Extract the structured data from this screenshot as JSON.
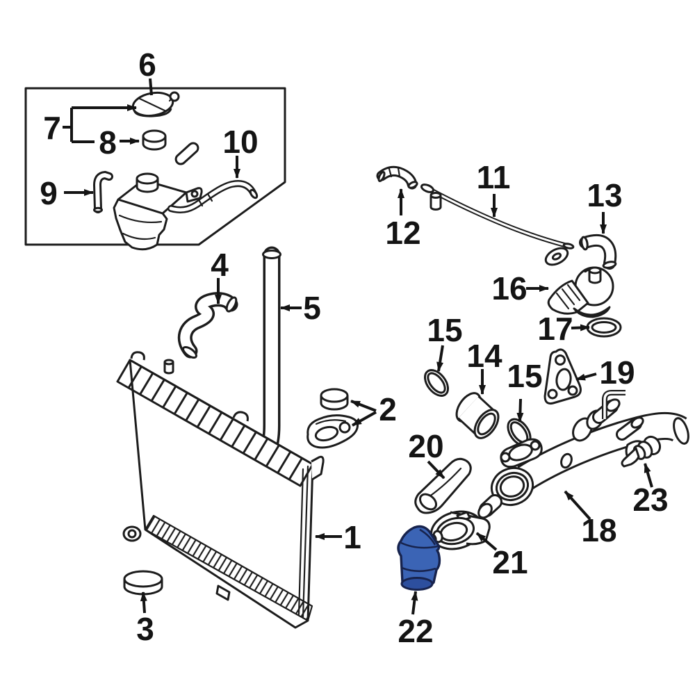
{
  "labels": {
    "p1": "1",
    "p2": "2",
    "p3": "3",
    "p4": "4",
    "p5": "5",
    "p6": "6",
    "p7": "7",
    "p8": "8",
    "p9": "9",
    "p10": "10",
    "p11": "11",
    "p12": "12",
    "p13": "13",
    "p14": "14",
    "p15a": "15",
    "p15b": "15",
    "p16": "16",
    "p17": "17",
    "p18": "18",
    "p19": "19",
    "p20": "20",
    "p21": "21",
    "p22": "22",
    "p23": "23"
  },
  "highlight": {
    "part_number": "22",
    "fill": "#3b64b5",
    "fill_dark": "#2d4f9e",
    "stroke": "#17234d"
  },
  "colors": {
    "background": "#ffffff",
    "line": "#1c1c1c"
  }
}
